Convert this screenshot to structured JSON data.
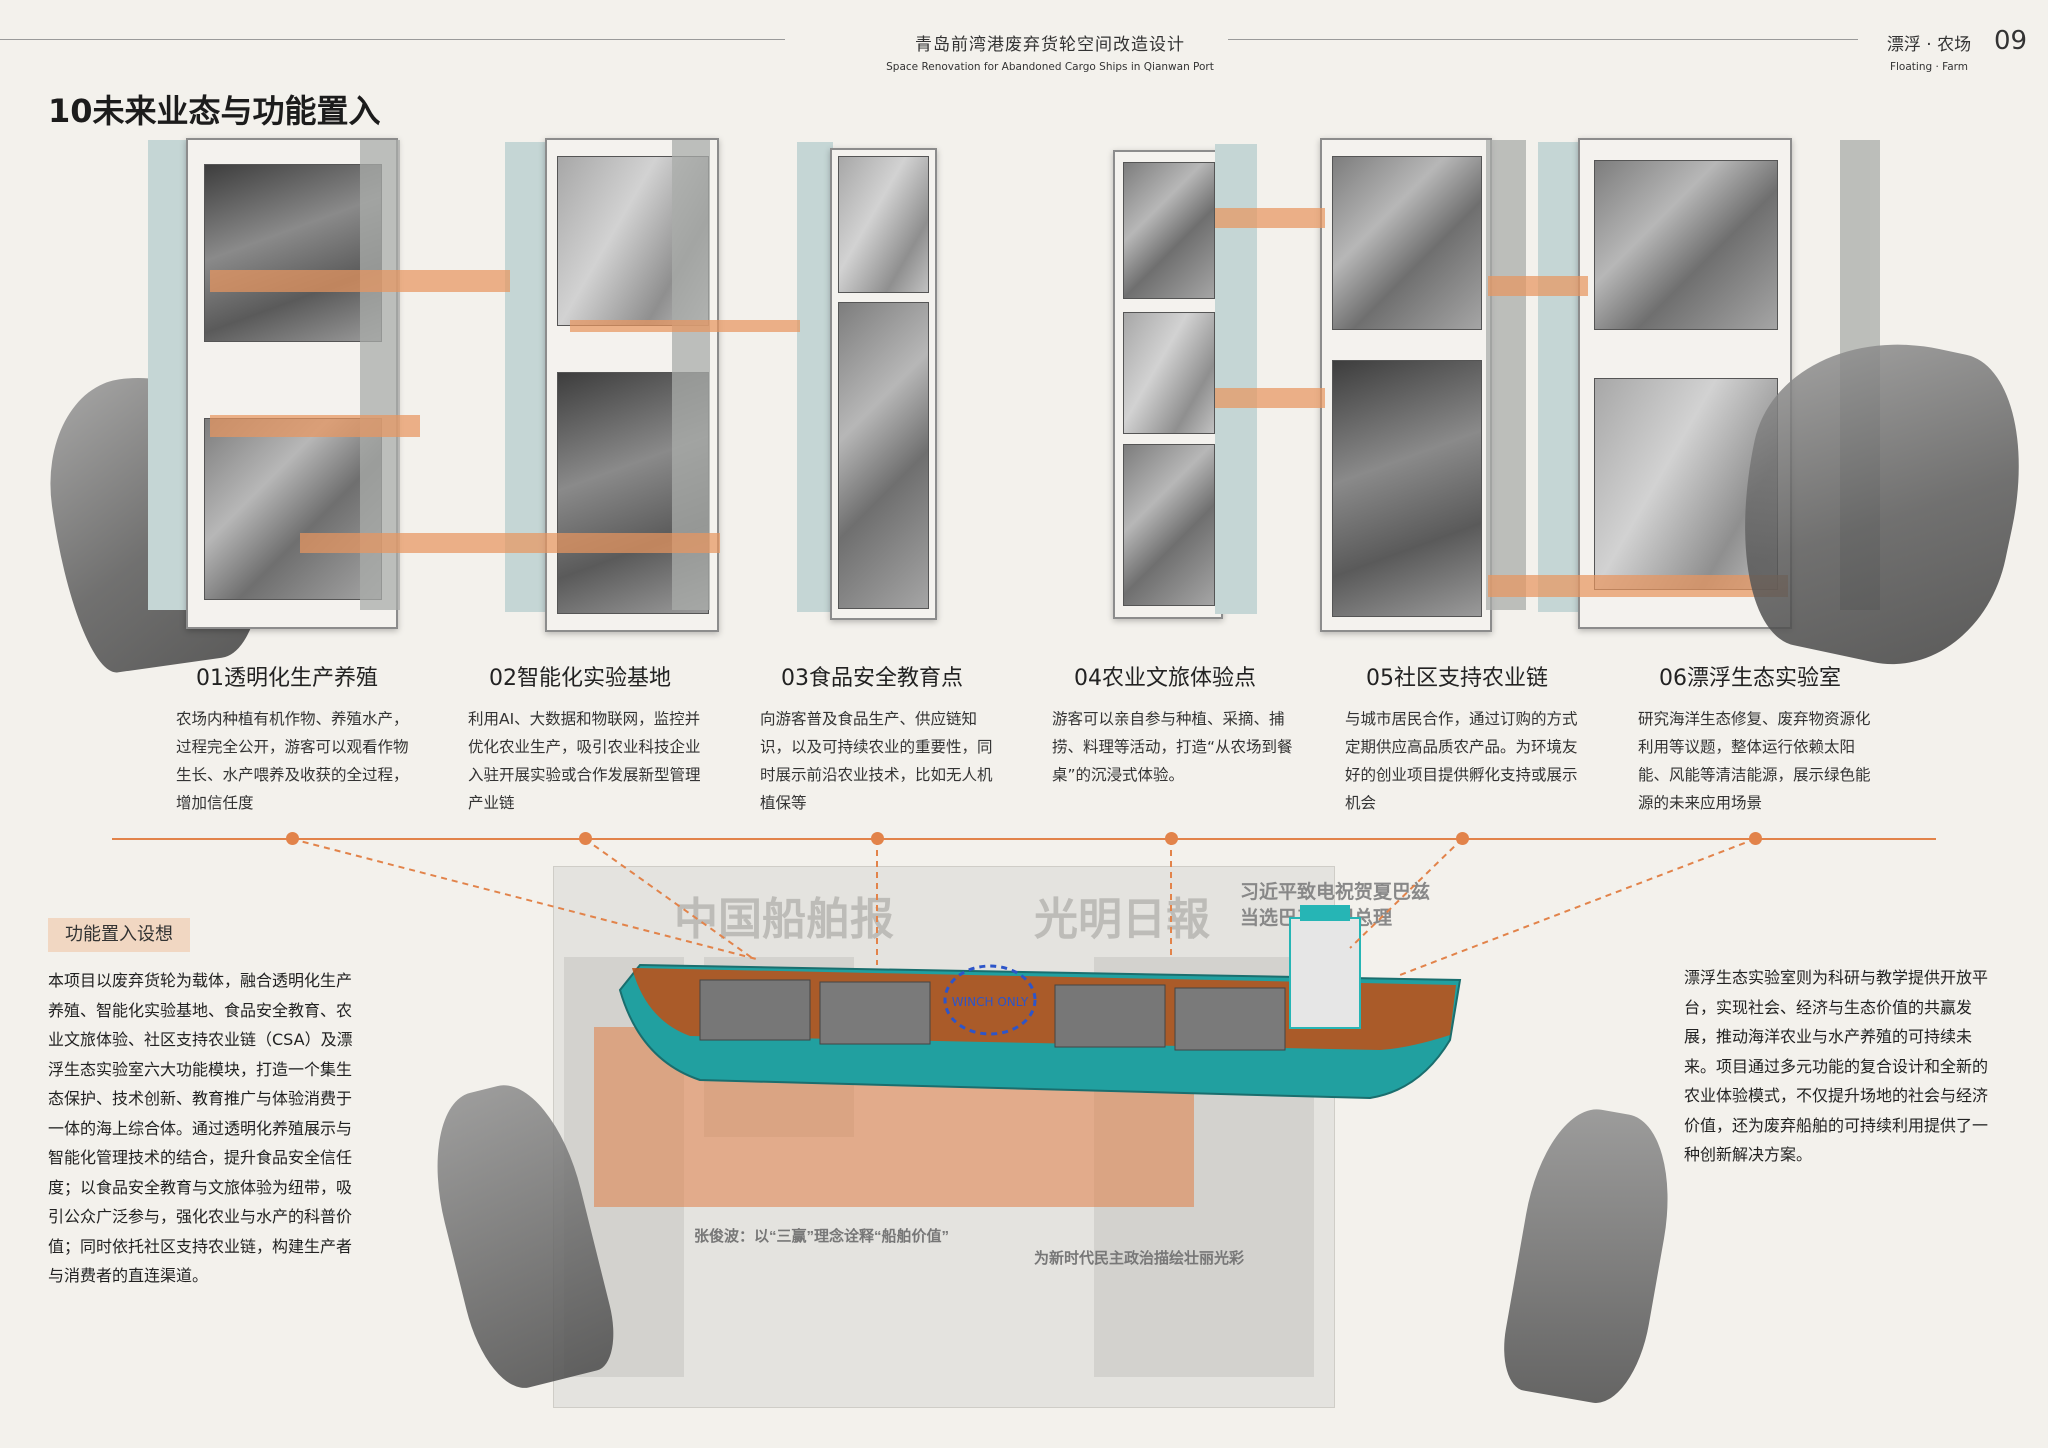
{
  "header": {
    "title_cn": "青岛前湾港废弃货轮空间改造设计",
    "title_en": "Space Renovation for Abandoned Cargo Ships in Qianwan Port",
    "brand_cn": "漂浮 · 农场",
    "brand_en": "Floating · Farm",
    "page_number": "09"
  },
  "section_title": "10未来业态与功能置入",
  "functions": [
    {
      "title": "01透明化生产养殖",
      "desc": "农场内种植有机作物、养殖水产，过程完全公开，游客可以观看作物生长、水产喂养及收获的全过程，增加信任度"
    },
    {
      "title": "02智能化实验基地",
      "desc": "利用AI、大数据和物联网，监控并优化农业生产，吸引农业科技企业入驻开展实验或合作发展新型管理产业链"
    },
    {
      "title": "03食品安全教育点",
      "desc": "向游客普及食品生产、供应链知识，以及可持续农业的重要性，同时展示前沿农业技术，比如无人机植保等"
    },
    {
      "title": "04农业文旅体验点",
      "desc": "游客可以亲自参与种植、采摘、捕捞、料理等活动，打造“从农场到餐桌”的沉浸式体验。"
    },
    {
      "title": "05社区支持农业链",
      "desc": "与城市居民合作，通过订购的方式定期供应高品质农产品。为环境友好的创业项目提供孵化支持或展示机会"
    },
    {
      "title": "06漂浮生态实验室",
      "desc": "研究海洋生态修复、废弃物资源化利用等议题，整体运行依赖太阳能、风能等清洁能源，展示绿色能源的未来应用场景"
    }
  ],
  "concept": {
    "tag": "功能置入设想",
    "left_text": "本项目以废弃货轮为载体，融合透明化生产养殖、智能化实验基地、食品安全教育、农业文旅体验、社区支持农业链（CSA）及漂浮生态实验室六大功能模块，打造一个集生态保护、技术创新、教育推广与体验消费于一体的海上综合体。通过透明化养殖展示与智能化管理技术的结合，提升食品安全信任度；以食品安全教育与文旅体验为纽带，吸引公众广泛参与，强化农业与水产的科普价值；同时依托社区支持农业链，构建生产者与消费者的直连渠道。",
    "right_text": "漂浮生态实验室则为科研与教学提供开放平台，实现社会、经济与生态价值的共赢发展，推动海洋农业与水产养殖的可持续未来。项目通过多元功能的复合设计和全新的农业体验模式，不仅提升场地的社会与经济价值，还为废弃船舶的可持续利用提供了一种创新解决方案。"
  },
  "newspaper": {
    "mast_1": "中国船舶报",
    "mast_2": "光明日報",
    "headline_1": "习近平致电祝贺夏巴兹",
    "headline_2": "当选巴基斯坦总理",
    "line_1": "为新时代民主政治描绘壮丽光彩",
    "line_2": "张俊波：以“三赢”理念诠释“船舶价值”",
    "ship_label": "WINCH ONLY"
  },
  "colors": {
    "accent": "#e2834a",
    "beam": "#e8965f",
    "teal_pane": "#c5d6d5",
    "tag_bg": "#f1d7c2"
  }
}
